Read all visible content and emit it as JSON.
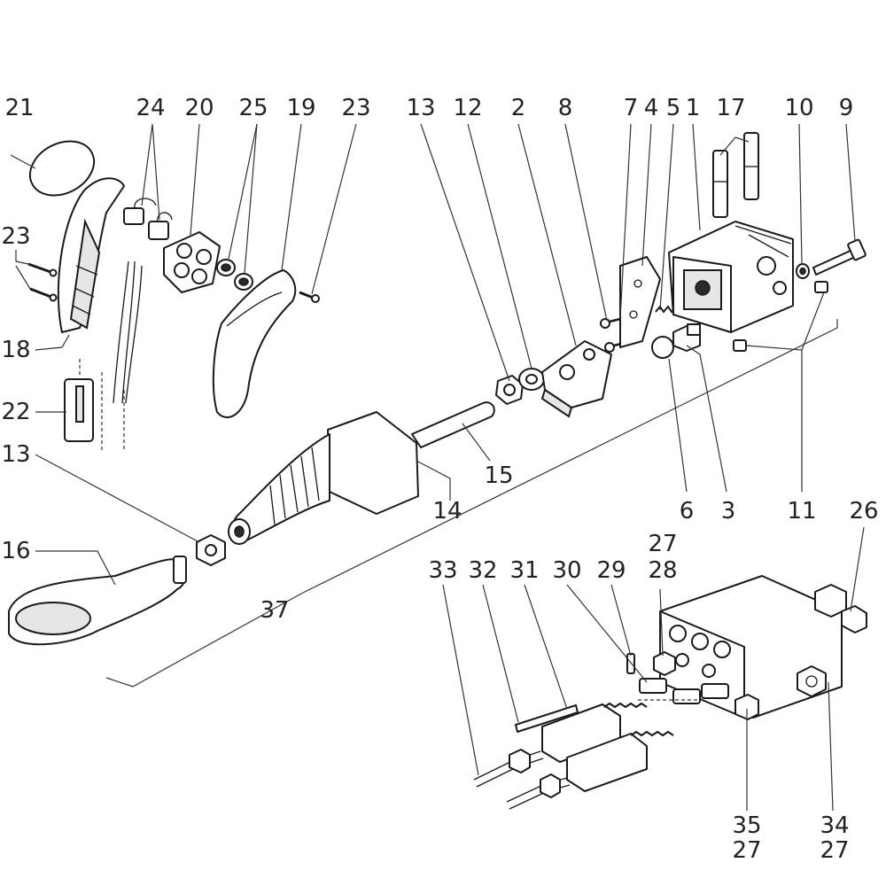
{
  "callouts": {
    "c21": "21",
    "c24": "24",
    "c20": "20",
    "c25": "25",
    "c19": "19",
    "c23a": "23",
    "c13a": "13",
    "c12": "12",
    "c2": "2",
    "c8": "8",
    "c7": "7",
    "c4": "4",
    "c5": "5",
    "c1": "1",
    "c17": "17",
    "c10": "10",
    "c9": "9",
    "c23b": "23",
    "c18": "18",
    "c22": "22",
    "c13b": "13",
    "c16": "16",
    "c15": "15",
    "c14": "14",
    "c6": "6",
    "c3": "3",
    "c11": "11",
    "c26": "26",
    "c37": "37",
    "c27a": "27",
    "c28": "28",
    "c29": "29",
    "c30": "30",
    "c31": "31",
    "c32": "32",
    "c33": "33",
    "c35": "35",
    "c27b": "27",
    "c34": "34",
    "c27c": "27"
  }
}
